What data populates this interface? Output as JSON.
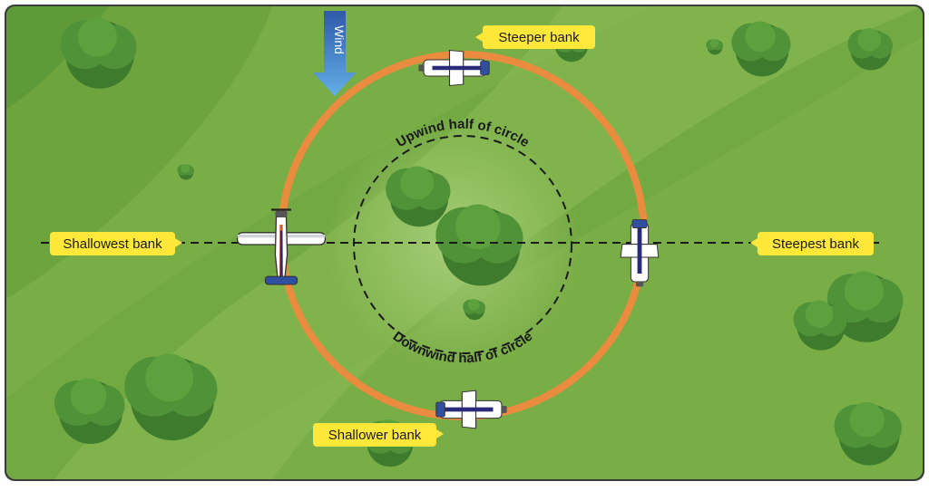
{
  "labels": {
    "steeper": "Steeper bank",
    "steepest": "Steepest bank",
    "shallower": "Shallower bank",
    "shallowest": "Shallowest bank",
    "upwind": "Upwind half of circle",
    "downwind": "Downwind half of circle",
    "wind": "Wind"
  },
  "colors": {
    "grass_dark": "#5f9a38",
    "grass_mid": "#79ad45",
    "grass_light": "#9cc46d",
    "turn_circle": "#e98c3f",
    "label_bg": "#ffe83a",
    "wind_arrow_top": "#2f5aa8",
    "wind_arrow_bottom": "#62aee8",
    "tree_dark": "#3e7b2c",
    "tree_light": "#5ca13e",
    "aircraft_stripe": "#2a2a7a",
    "aircraft_accent": "#e05a2a"
  },
  "icons": [
    "airplane-icon",
    "tree-icon",
    "wind-arrow-icon"
  ]
}
